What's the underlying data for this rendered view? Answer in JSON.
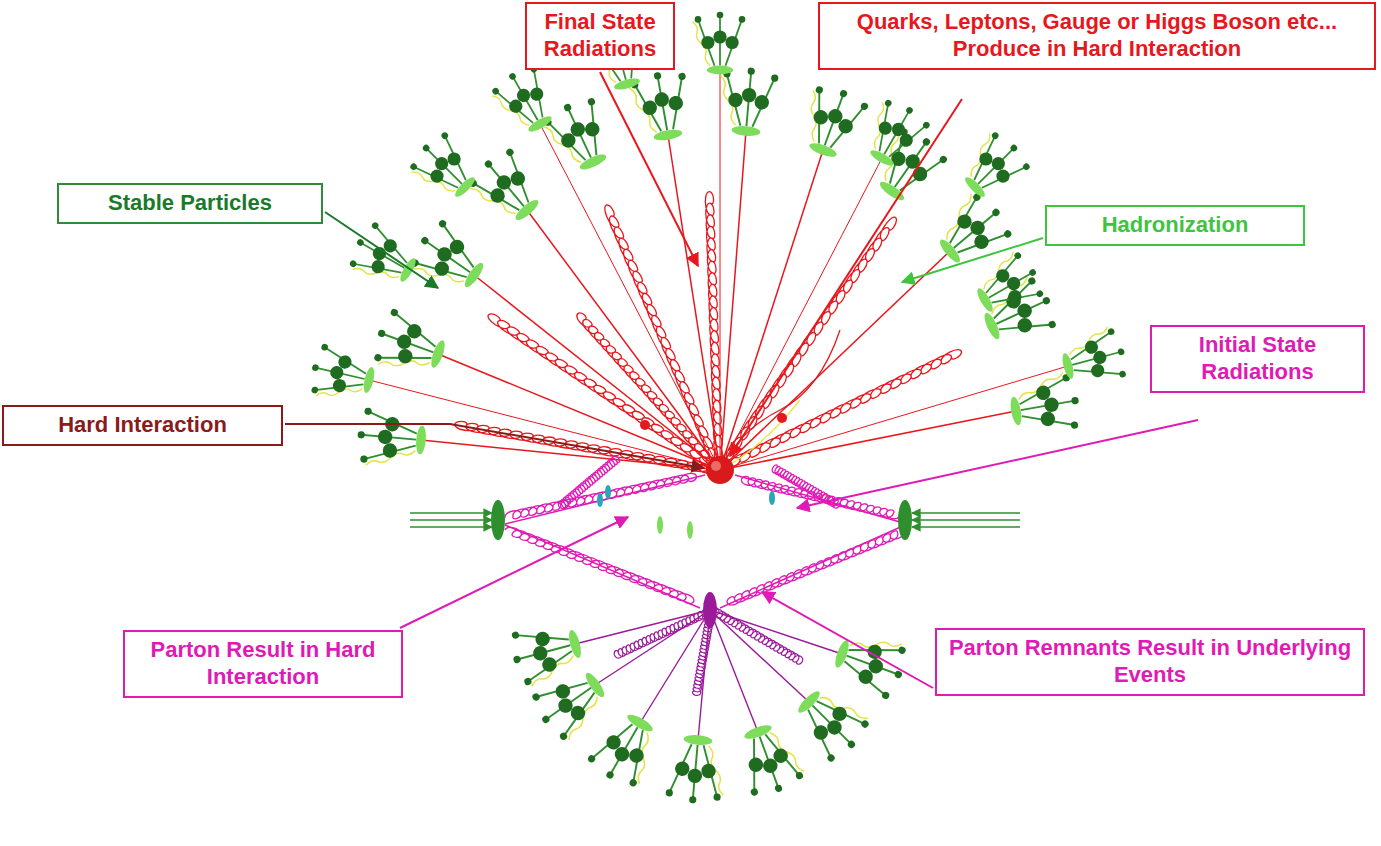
{
  "diagram": {
    "nodes": [
      {
        "text": [
          "Final State Radiations"
        ]
      },
      {
        "text": [
          "Quarks, Leptons, Gauge or Higgs Boson etc... Produce in Hard Interaction"
        ]
      },
      {
        "text": [
          "Stable Particles"
        ]
      },
      {
        "text": [
          "Hadronization"
        ]
      },
      {
        "text": [
          "Initial State Radiations"
        ]
      },
      {
        "text": [
          "Hard Interaction"
        ]
      },
      {
        "text": [
          "Parton Result in Hard Interaction"
        ]
      },
      {
        "text": [
          "Parton Remnants Result in Underlying Events"
        ]
      }
    ]
  }
}
